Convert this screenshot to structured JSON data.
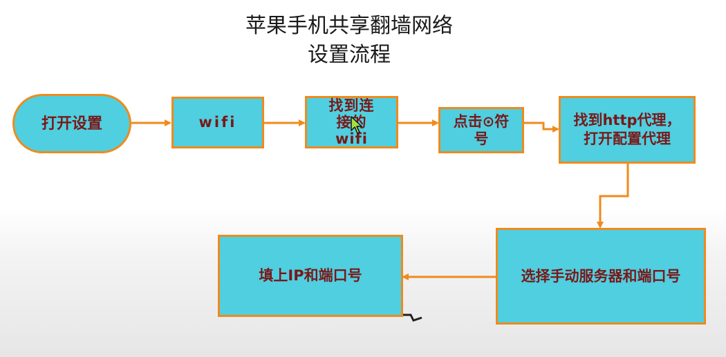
{
  "title": {
    "line1": "苹果手机共享翻墙网络",
    "line2": "设置流程"
  },
  "steps": [
    {
      "label": "打开设置"
    },
    {
      "label": "wifi"
    },
    {
      "label": "找到连接的wifi"
    },
    {
      "label": "点击⊙符号"
    },
    {
      "label": "找到http代理，打开配置代理"
    },
    {
      "label": "选择手动服务器和端口号"
    },
    {
      "label": "填上IP和端口号"
    }
  ],
  "colors": {
    "box_fill": "#4fcfe0",
    "box_border": "#f08a1c",
    "text": "#7a1818",
    "connector": "#f08a1c"
  },
  "icons": {
    "cursor": "mouse-pointer-icon"
  }
}
